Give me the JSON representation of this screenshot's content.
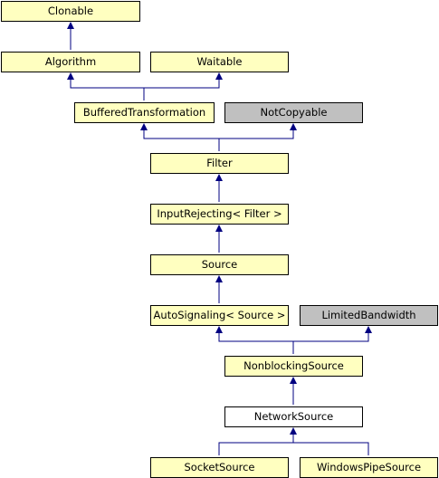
{
  "diagram": {
    "nodes": {
      "clonable": {
        "label": "Clonable",
        "style": "yellow"
      },
      "algorithm": {
        "label": "Algorithm",
        "style": "yellow"
      },
      "waitable": {
        "label": "Waitable",
        "style": "yellow"
      },
      "buffered_transformation": {
        "label": "BufferedTransformation",
        "style": "yellow"
      },
      "not_copyable": {
        "label": "NotCopyable",
        "style": "gray"
      },
      "filter": {
        "label": "Filter",
        "style": "yellow"
      },
      "input_rejecting": {
        "label": "InputRejecting< Filter >",
        "style": "yellow"
      },
      "source": {
        "label": "Source",
        "style": "yellow"
      },
      "auto_signaling": {
        "label": "AutoSignaling< Source >",
        "style": "yellow"
      },
      "limited_bandwidth": {
        "label": "LimitedBandwidth",
        "style": "gray"
      },
      "nonblocking_source": {
        "label": "NonblockingSource",
        "style": "yellow"
      },
      "network_source": {
        "label": "NetworkSource",
        "style": "white"
      },
      "socket_source": {
        "label": "SocketSource",
        "style": "yellow"
      },
      "windows_pipe_source": {
        "label": "WindowsPipeSource",
        "style": "yellow"
      }
    },
    "colors": {
      "node_fill": "#ffffc0",
      "external_fill": "#c0c0c0",
      "current_fill": "#ffffff",
      "edge": "#000080"
    }
  }
}
